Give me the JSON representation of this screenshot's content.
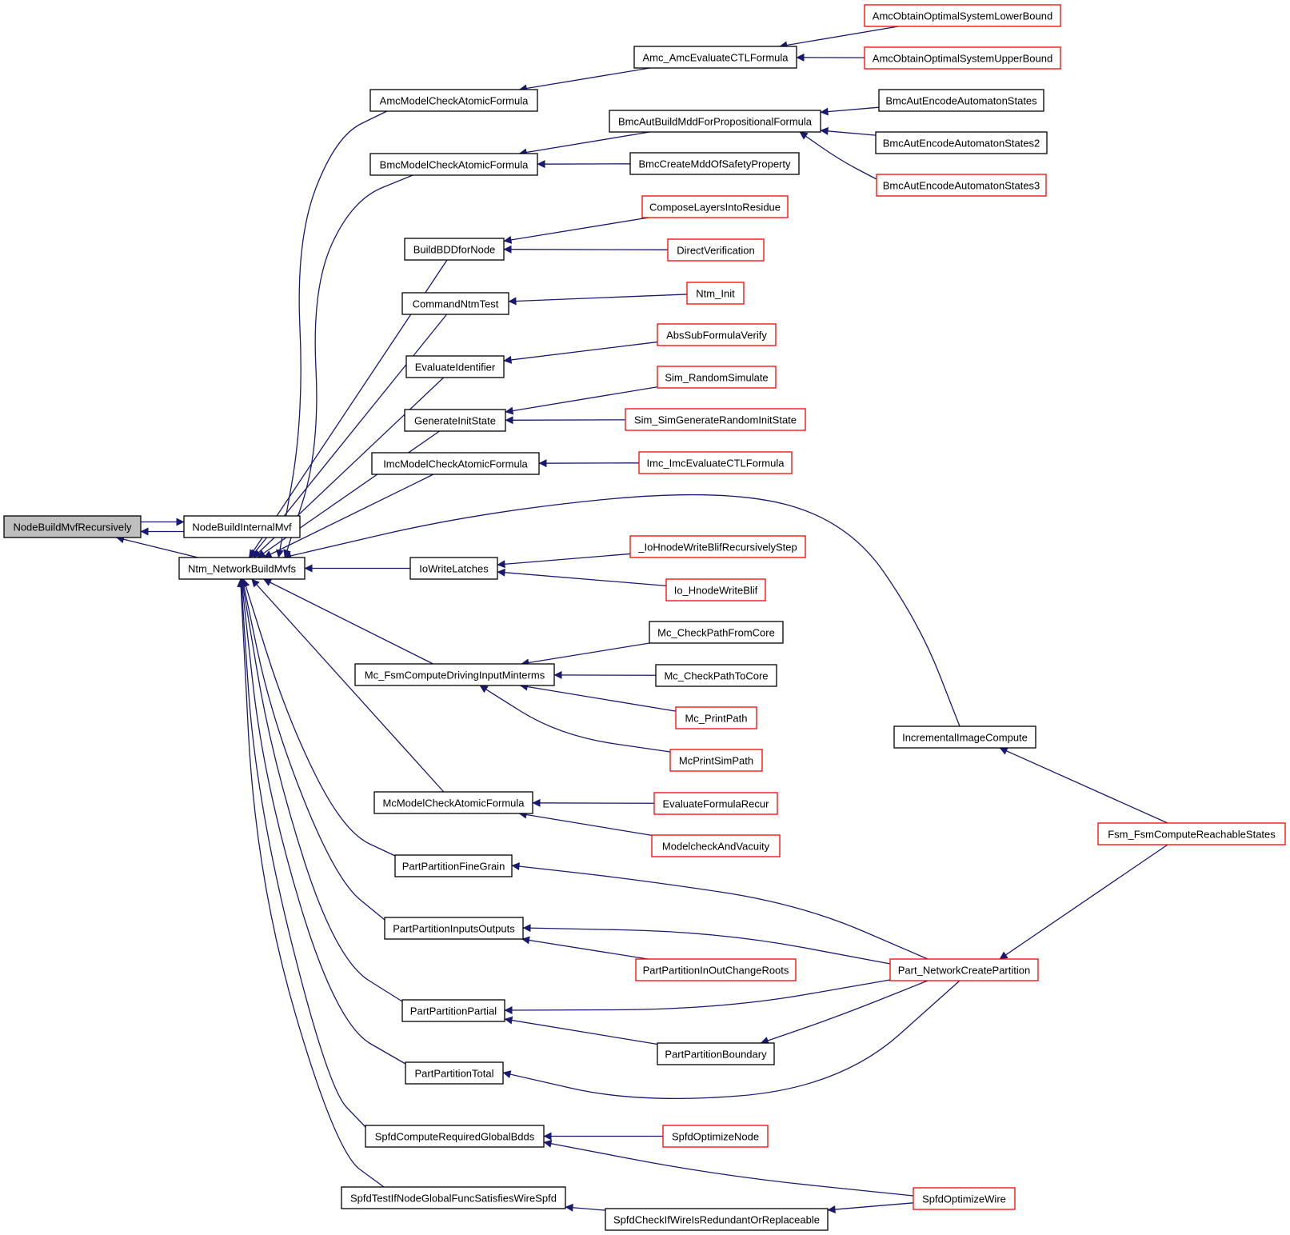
{
  "colors": {
    "edge": "#191970",
    "complete_border": "#000000",
    "incomplete_border": "#ff0000",
    "root_fill": "#bfbfbf",
    "node_fill": "#ffffff"
  },
  "graph": {
    "root": "NodeBuildMvfRecursively",
    "nodes": [
      {
        "id": "n0",
        "label": "NodeBuildMvfRecursively",
        "kind": "root"
      },
      {
        "id": "n1",
        "label": "NodeBuildInternalMvf",
        "kind": "complete"
      },
      {
        "id": "n2",
        "label": "Ntm_NetworkBuildMvfs",
        "kind": "complete"
      },
      {
        "id": "n3",
        "label": "AmcModelCheckAtomicFormula",
        "kind": "complete"
      },
      {
        "id": "n4",
        "label": "BmcModelCheckAtomicFormula",
        "kind": "complete"
      },
      {
        "id": "n5",
        "label": "BuildBDDforNode",
        "kind": "complete"
      },
      {
        "id": "n6",
        "label": "CommandNtmTest",
        "kind": "complete"
      },
      {
        "id": "n7",
        "label": "EvaluateIdentifier",
        "kind": "complete"
      },
      {
        "id": "n8",
        "label": "GenerateInitState",
        "kind": "complete"
      },
      {
        "id": "n9",
        "label": "ImcModelCheckAtomicFormula",
        "kind": "complete"
      },
      {
        "id": "n10",
        "label": "IncrementalImageCompute",
        "kind": "complete"
      },
      {
        "id": "n11",
        "label": "IoWriteLatches",
        "kind": "complete"
      },
      {
        "id": "n12",
        "label": "Mc_FsmComputeDrivingInputMinterms",
        "kind": "complete"
      },
      {
        "id": "n13",
        "label": "McModelCheckAtomicFormula",
        "kind": "complete"
      },
      {
        "id": "n14",
        "label": "PartPartitionFineGrain",
        "kind": "complete"
      },
      {
        "id": "n15",
        "label": "PartPartitionInputsOutputs",
        "kind": "complete"
      },
      {
        "id": "n16",
        "label": "PartPartitionPartial",
        "kind": "complete"
      },
      {
        "id": "n17",
        "label": "PartPartitionTotal",
        "kind": "complete"
      },
      {
        "id": "n18",
        "label": "SpfdComputeRequiredGlobalBdds",
        "kind": "complete"
      },
      {
        "id": "n19",
        "label": "SpfdTestIfNodeGlobalFuncSatisfiesWireSpfd",
        "kind": "complete"
      },
      {
        "id": "n20",
        "label": "Amc_AmcEvaluateCTLFormula",
        "kind": "complete"
      },
      {
        "id": "n21",
        "label": "AmcObtainOptimalSystemLowerBound",
        "kind": "incomplete"
      },
      {
        "id": "n22",
        "label": "AmcObtainOptimalSystemUpperBound",
        "kind": "incomplete"
      },
      {
        "id": "n23",
        "label": "BmcAutBuildMddForPropositionalFormula",
        "kind": "complete"
      },
      {
        "id": "n24",
        "label": "BmcAutEncodeAutomatonStates",
        "kind": "complete"
      },
      {
        "id": "n25",
        "label": "BmcAutEncodeAutomatonStates2",
        "kind": "complete"
      },
      {
        "id": "n26",
        "label": "BmcAutEncodeAutomatonStates3",
        "kind": "incomplete"
      },
      {
        "id": "n27",
        "label": "BmcCreateMddOfSafetyProperty",
        "kind": "complete"
      },
      {
        "id": "n28",
        "label": "ComposeLayersIntoResidue",
        "kind": "incomplete"
      },
      {
        "id": "n29",
        "label": "DirectVerification",
        "kind": "incomplete"
      },
      {
        "id": "n30",
        "label": "Ntm_Init",
        "kind": "incomplete"
      },
      {
        "id": "n31",
        "label": "AbsSubFormulaVerify",
        "kind": "incomplete"
      },
      {
        "id": "n32",
        "label": "Sim_RandomSimulate",
        "kind": "incomplete"
      },
      {
        "id": "n33",
        "label": "Sim_SimGenerateRandomInitState",
        "kind": "incomplete"
      },
      {
        "id": "n34",
        "label": "Imc_ImcEvaluateCTLFormula",
        "kind": "incomplete"
      },
      {
        "id": "n35",
        "label": "_IoHnodeWriteBlifRecursivelyStep",
        "kind": "incomplete"
      },
      {
        "id": "n36",
        "label": "Io_HnodeWriteBlif",
        "kind": "incomplete"
      },
      {
        "id": "n37",
        "label": "Mc_CheckPathFromCore",
        "kind": "complete"
      },
      {
        "id": "n38",
        "label": "Mc_CheckPathToCore",
        "kind": "complete"
      },
      {
        "id": "n39",
        "label": "Mc_PrintPath",
        "kind": "incomplete"
      },
      {
        "id": "n40",
        "label": "McPrintSimPath",
        "kind": "incomplete"
      },
      {
        "id": "n41",
        "label": "EvaluateFormulaRecur",
        "kind": "incomplete"
      },
      {
        "id": "n42",
        "label": "ModelcheckAndVacuity",
        "kind": "incomplete"
      },
      {
        "id": "n43",
        "label": "Fsm_FsmComputeReachableStates",
        "kind": "incomplete"
      },
      {
        "id": "n44",
        "label": "Part_NetworkCreatePartition",
        "kind": "incomplete"
      },
      {
        "id": "n45",
        "label": "PartPartitionInOutChangeRoots",
        "kind": "incomplete"
      },
      {
        "id": "n46",
        "label": "PartPartitionBoundary",
        "kind": "complete"
      },
      {
        "id": "n47",
        "label": "SpfdOptimizeNode",
        "kind": "incomplete"
      },
      {
        "id": "n48",
        "label": "SpfdOptimizeWire",
        "kind": "incomplete"
      },
      {
        "id": "n49",
        "label": "SpfdCheckIfWireIsRedundantOrReplaceable",
        "kind": "complete"
      }
    ],
    "edges": [
      [
        "n1",
        "n0"
      ],
      [
        "n2",
        "n0"
      ],
      [
        "n0",
        "n1"
      ],
      [
        "n3",
        "n2"
      ],
      [
        "n4",
        "n2"
      ],
      [
        "n5",
        "n2"
      ],
      [
        "n6",
        "n2"
      ],
      [
        "n7",
        "n2"
      ],
      [
        "n8",
        "n2"
      ],
      [
        "n9",
        "n2"
      ],
      [
        "n10",
        "n2"
      ],
      [
        "n11",
        "n2"
      ],
      [
        "n12",
        "n2"
      ],
      [
        "n13",
        "n2"
      ],
      [
        "n14",
        "n2"
      ],
      [
        "n15",
        "n2"
      ],
      [
        "n16",
        "n2"
      ],
      [
        "n17",
        "n2"
      ],
      [
        "n18",
        "n2"
      ],
      [
        "n19",
        "n2"
      ],
      [
        "n20",
        "n3"
      ],
      [
        "n21",
        "n20"
      ],
      [
        "n22",
        "n20"
      ],
      [
        "n23",
        "n4"
      ],
      [
        "n27",
        "n4"
      ],
      [
        "n24",
        "n23"
      ],
      [
        "n25",
        "n23"
      ],
      [
        "n26",
        "n23"
      ],
      [
        "n28",
        "n5"
      ],
      [
        "n29",
        "n5"
      ],
      [
        "n30",
        "n6"
      ],
      [
        "n31",
        "n7"
      ],
      [
        "n32",
        "n8"
      ],
      [
        "n33",
        "n8"
      ],
      [
        "n34",
        "n9"
      ],
      [
        "n43",
        "n10"
      ],
      [
        "n35",
        "n11"
      ],
      [
        "n36",
        "n11"
      ],
      [
        "n37",
        "n12"
      ],
      [
        "n38",
        "n12"
      ],
      [
        "n39",
        "n12"
      ],
      [
        "n40",
        "n12"
      ],
      [
        "n41",
        "n13"
      ],
      [
        "n42",
        "n13"
      ],
      [
        "n44",
        "n14"
      ],
      [
        "n44",
        "n15"
      ],
      [
        "n45",
        "n15"
      ],
      [
        "n44",
        "n16"
      ],
      [
        "n46",
        "n16"
      ],
      [
        "n44",
        "n17"
      ],
      [
        "n47",
        "n18"
      ],
      [
        "n48",
        "n18"
      ],
      [
        "n49",
        "n19"
      ],
      [
        "n48",
        "n49"
      ],
      [
        "n44",
        "n46"
      ],
      [
        "n43",
        "n44"
      ]
    ]
  }
}
